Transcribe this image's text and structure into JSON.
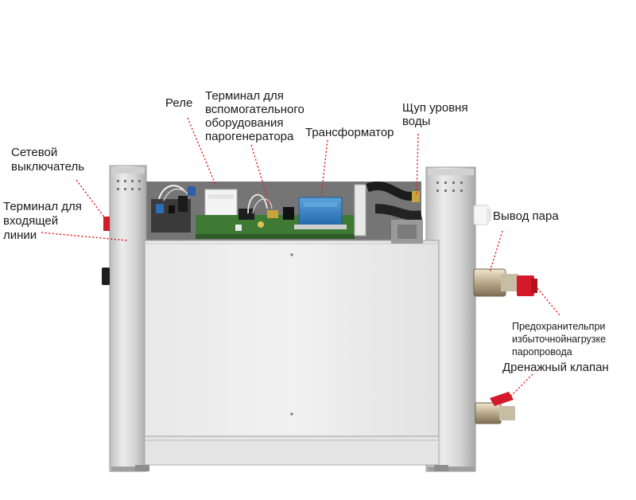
{
  "labels": {
    "switch_1": "Сетевой",
    "switch_2": "выключатель",
    "terminal_in_1": "Терминал для",
    "terminal_in_2": "входящей",
    "terminal_in_3": "линии",
    "relay": "Реле",
    "aux_1": "Терминал для",
    "aux_2": "вспомогательного",
    "aux_3": "оборудования",
    "aux_4": "парогенератора",
    "transformer": "Трансформатор",
    "probe_1": "Щуп уровня",
    "probe_2": "воды",
    "steam_out": "Вывод пара",
    "fuse_1": "Предохранительпри",
    "fuse_2": "избыточнойнагрузке",
    "fuse_3": "паропровода",
    "drain": "Дренажный клапан"
  },
  "colors": {
    "leader": "#e0242a",
    "steel_light": "#e6e6e6",
    "steel_dark": "#b9b9b9",
    "transformer_blue": "#2f7fc2",
    "pcb_green": "#3f7a35",
    "valve_red": "#d4192a"
  }
}
